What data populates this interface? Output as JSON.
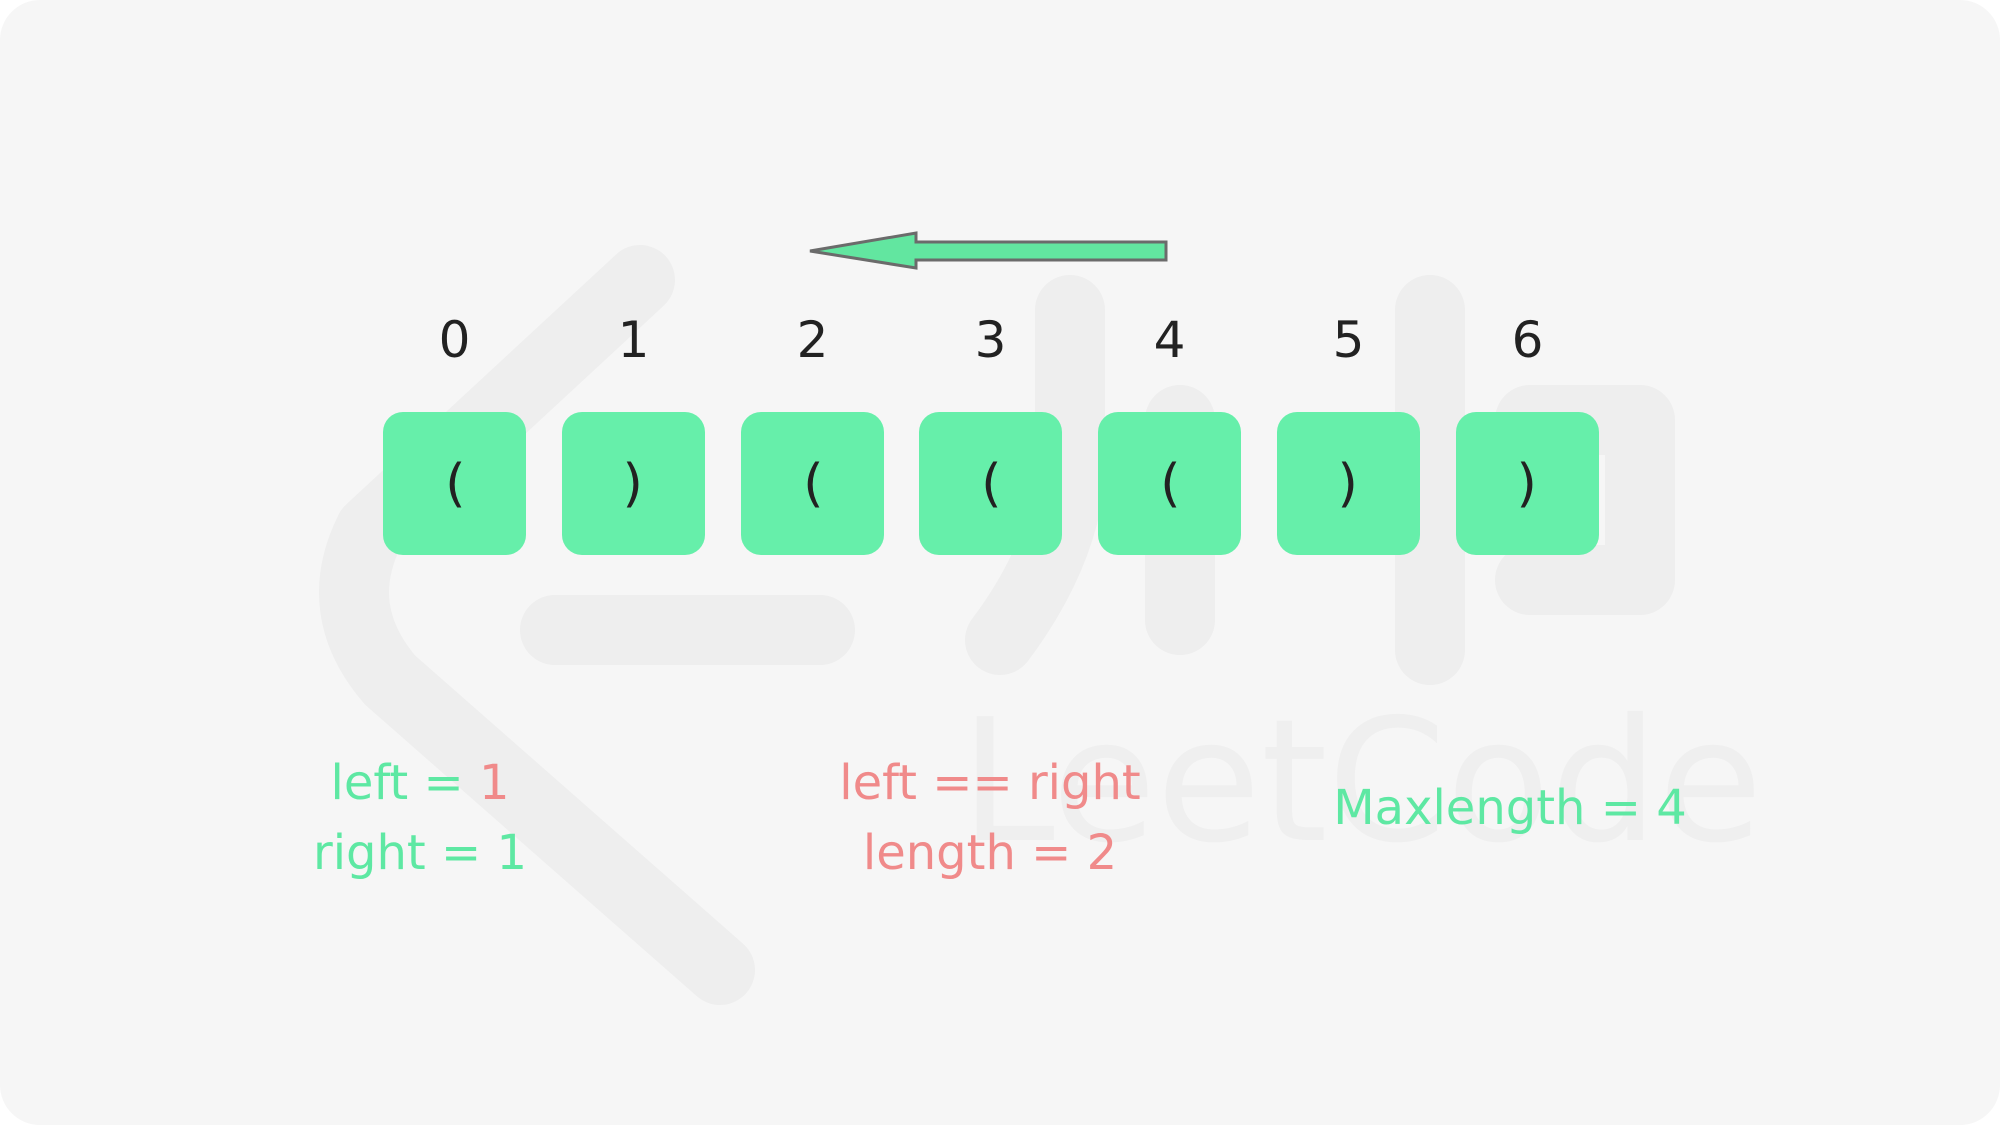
{
  "colors": {
    "background": "#f6f6f6",
    "cell_fill": "#66efaa",
    "arrow_fill": "#62e6a0",
    "arrow_stroke": "#6b6b6b",
    "green_text": "#5ee8a3",
    "red_text": "#f08a8a",
    "watermark": "#efefef"
  },
  "arrow": {
    "direction": "left",
    "icon": "left-arrow-icon"
  },
  "cells": [
    {
      "index": "0",
      "char": "("
    },
    {
      "index": "1",
      "char": ")"
    },
    {
      "index": "2",
      "char": "("
    },
    {
      "index": "3",
      "char": "("
    },
    {
      "index": "4",
      "char": "("
    },
    {
      "index": "5",
      "char": ")"
    },
    {
      "index": "6",
      "char": ")"
    }
  ],
  "counters": {
    "left_prefix": "left = ",
    "left_value": "1",
    "right_prefix": "right = ",
    "right_value": "1"
  },
  "comparison": {
    "line1": "left == right",
    "line2": "length = 2"
  },
  "result": {
    "text": "Maxlength = 4"
  },
  "watermark_text": "LeetCode"
}
